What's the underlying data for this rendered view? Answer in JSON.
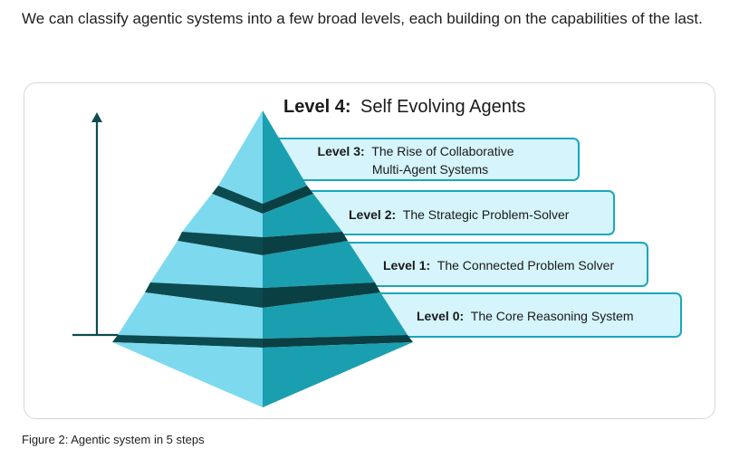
{
  "intro_text": "We can classify agentic systems into a few broad levels, each building on the capabilities of the last.",
  "figure": {
    "top_level": {
      "prefix": "Level 4:",
      "label": "Self Evolving Agents"
    },
    "levels": [
      {
        "prefix": "Level 3:",
        "line1": "The Rise of Collaborative",
        "line2": "Multi-Agent Systems"
      },
      {
        "prefix": "Level 2:",
        "label": "The Strategic Problem-Solver"
      },
      {
        "prefix": "Level 1:",
        "label": "The Connected Problem Solver"
      },
      {
        "prefix": "Level 0:",
        "label": "The Core Reasoning System"
      }
    ],
    "caption": "Figure 2: Agentic system in 5 steps"
  },
  "colors": {
    "pyramid_light": "#7dd9ee",
    "pyramid_dark": "#1a9fb0",
    "band_dark": "#0b4a4f",
    "box_fill": "#d5f4fb",
    "box_stroke": "#1aa6bd",
    "arrow": "#0f4c4c"
  }
}
